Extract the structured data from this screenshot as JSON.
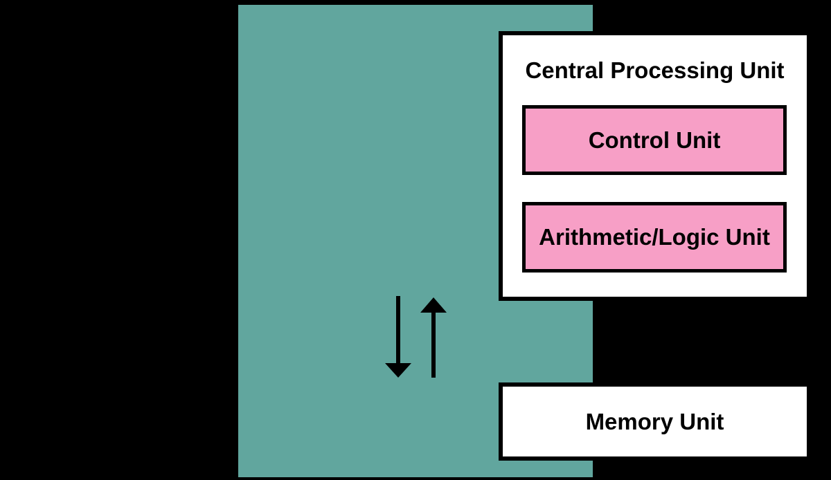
{
  "diagram": {
    "type": "block-diagram",
    "subject": "Basic computer architecture (von Neumann)",
    "colors": {
      "background": "#000000",
      "panel": "#61A69E",
      "node_fill": "#FFFFFF",
      "subnode_fill": "#F79FC6",
      "border": "#000000",
      "arrow": "#000000",
      "text": "#000000"
    },
    "cpu": {
      "title": "Central Processing Unit",
      "children": [
        {
          "label": "Control Unit"
        },
        {
          "label": "Arithmetic/Logic Unit"
        }
      ]
    },
    "memory": {
      "label": "Memory Unit"
    },
    "arrows": [
      {
        "name": "cpu-to-memory",
        "direction": "down",
        "from": "Central Processing Unit",
        "to": "Memory Unit"
      },
      {
        "name": "memory-to-cpu",
        "direction": "up",
        "from": "Memory Unit",
        "to": "Central Processing Unit"
      }
    ]
  }
}
